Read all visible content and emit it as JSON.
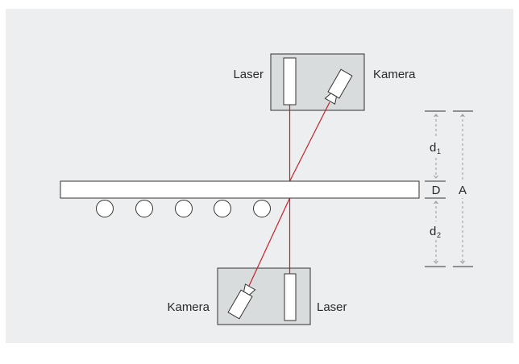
{
  "labels": {
    "laser_top": "Laser",
    "camera_top": "Kamera",
    "camera_bottom": "Kamera",
    "laser_bottom": "Laser",
    "d1_base": "d",
    "d1_sub": "1",
    "d2_base": "d",
    "d2_sub": "2",
    "D": "D",
    "A": "A"
  },
  "colors": {
    "background": "#eceeef",
    "box_fill": "#d9dcdd",
    "stroke": "#333333",
    "beam": "#c8202a",
    "dimension": "#9a9a9a"
  }
}
